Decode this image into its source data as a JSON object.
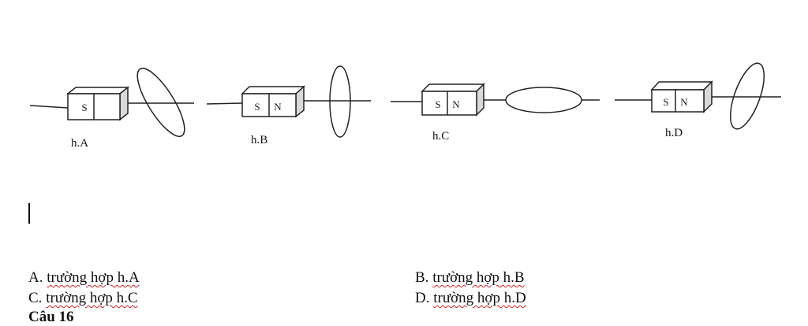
{
  "figures": [
    {
      "caption": "h.A",
      "magnet_letters": [
        "S"
      ]
    },
    {
      "caption": "h.B",
      "magnet_letters": [
        "S",
        "N"
      ]
    },
    {
      "caption": "h.C",
      "magnet_letters": [
        "S",
        "N"
      ]
    },
    {
      "caption": "h.D",
      "magnet_letters": [
        "S",
        "N"
      ]
    }
  ],
  "answers": [
    {
      "prefix": "A. ",
      "text": "trường hợp h.A"
    },
    {
      "prefix": "B. ",
      "text": "trường hợp h.B"
    },
    {
      "prefix": "C. ",
      "text": "trường hợp h.C"
    },
    {
      "prefix": "D. ",
      "text": "trường hợp h.D"
    }
  ],
  "next_question": "Câu 16"
}
